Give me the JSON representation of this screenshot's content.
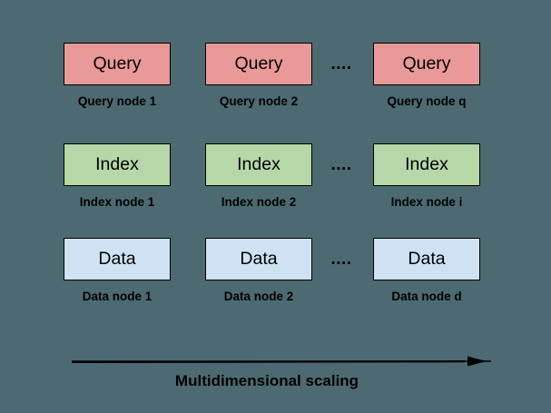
{
  "colors": {
    "background": "#4d6a72",
    "query_box_fill": "#ea9999",
    "index_box_fill": "#b6d7a8",
    "data_box_fill": "#cfe2f3",
    "box_border": "#000000",
    "text": "#000000",
    "arrow": "#000000"
  },
  "rows": [
    {
      "box_label": "Query",
      "box_color": "#ea9999",
      "dots": "....",
      "nodes": [
        "Query node 1",
        "Query node 2",
        "Query node q"
      ]
    },
    {
      "box_label": "Index",
      "box_color": "#b6d7a8",
      "dots": "....",
      "nodes": [
        "Index node 1",
        "Index node 2",
        "Index node i"
      ]
    },
    {
      "box_label": "Data",
      "box_color": "#cfe2f3",
      "dots": "....",
      "nodes": [
        "Data node 1",
        "Data node 2",
        "Data node d"
      ]
    }
  ],
  "arrow": {
    "label": "Multidimensional scaling"
  }
}
